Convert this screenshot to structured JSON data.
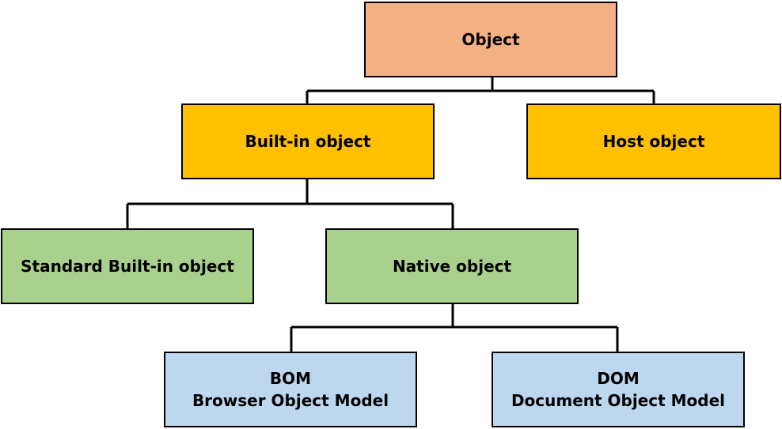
{
  "diagram": {
    "nodes": {
      "object": {
        "label": "Object",
        "fill": "#f4b183"
      },
      "builtin": {
        "label": "Built-in object",
        "fill": "#ffc000"
      },
      "host": {
        "label": "Host object",
        "fill": "#ffc000"
      },
      "standard": {
        "label": "Standard Built-in object",
        "fill": "#a9d18e"
      },
      "native": {
        "label": "Native object",
        "fill": "#a9d18e"
      },
      "bom": {
        "line1": "BOM",
        "line2": "Browser Object Model",
        "fill": "#bdd7ee"
      },
      "dom": {
        "line1": "DOM",
        "line2": "Document Object Model",
        "fill": "#bdd7ee"
      }
    },
    "edges": [
      {
        "from": "Object",
        "to": "Built-in object"
      },
      {
        "from": "Object",
        "to": "Host object"
      },
      {
        "from": "Built-in object",
        "to": "Standard Built-in object"
      },
      {
        "from": "Built-in object",
        "to": "Native object"
      },
      {
        "from": "Native object",
        "to": "BOM"
      },
      {
        "from": "Native object",
        "to": "DOM"
      }
    ],
    "line_color": "#000000"
  }
}
